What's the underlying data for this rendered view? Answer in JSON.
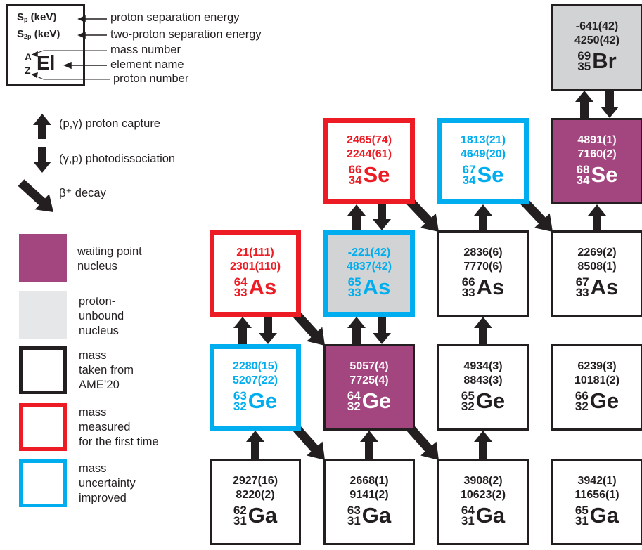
{
  "key": {
    "sp_label": "S",
    "sp_sub": "p",
    "sp_unit": " (keV)",
    "s2p_label": "S",
    "s2p_sub": "2p",
    "s2p_unit": " (keV)",
    "mass_symbol": "A",
    "proton_symbol": "Z",
    "element_symbol": "El",
    "descriptions": {
      "sp": "proton separation energy",
      "s2p": "two-proton separation energy",
      "mass": "mass number",
      "element": "element name",
      "proton": "proton number"
    }
  },
  "arrow_legend": [
    {
      "icon": "up-arrow-icon",
      "label": "(p,γ) proton capture"
    },
    {
      "icon": "down-arrow-icon",
      "label": "(γ,p) photodissociation"
    },
    {
      "icon": "diagonal-arrow-icon",
      "label": "β⁺ decay"
    }
  ],
  "box_legend": [
    {
      "style": "waiting",
      "label": "waiting point\nnucleus"
    },
    {
      "style": "unbound",
      "label": "proton-\nunbound\nnucleus"
    },
    {
      "style": "ame",
      "label": "mass\ntaken from\nAME’20"
    },
    {
      "style": "first",
      "label": "mass\nmeasured\nfor the first time"
    },
    {
      "style": "improved",
      "label": "mass\nuncertainty\nimproved"
    }
  ],
  "colors": {
    "black": "#231f20",
    "red": "#ed1c24",
    "blue": "#00aeef",
    "waiting_fill": "#a3457f",
    "unbound_fill": "#d1d3d4",
    "white": "#ffffff"
  },
  "nuclei": [
    {
      "id": "br69",
      "el": "Br",
      "A": "69",
      "Z": "35",
      "sp": "-641(42)",
      "s2p": "4250(42)",
      "col": 3,
      "row": 4,
      "border": "black",
      "fill": "unbound"
    },
    {
      "id": "se66",
      "el": "Se",
      "A": "66",
      "Z": "34",
      "sp": "2465(74)",
      "s2p": "2244(61)",
      "col": 1,
      "row": 3,
      "border": "red",
      "fill": "none"
    },
    {
      "id": "se67",
      "el": "Se",
      "A": "67",
      "Z": "34",
      "sp": "1813(21)",
      "s2p": "4649(20)",
      "col": 2,
      "row": 3,
      "border": "blue",
      "fill": "none"
    },
    {
      "id": "se68",
      "el": "Se",
      "A": "68",
      "Z": "34",
      "sp": "4891(1)",
      "s2p": "7160(2)",
      "col": 3,
      "row": 3,
      "border": "black",
      "fill": "waiting"
    },
    {
      "id": "as64",
      "el": "As",
      "A": "64",
      "Z": "33",
      "sp": "21(111)",
      "s2p": "2301(110)",
      "col": 0,
      "row": 2,
      "border": "red",
      "fill": "none"
    },
    {
      "id": "as65",
      "el": "As",
      "A": "65",
      "Z": "33",
      "sp": "-221(42)",
      "s2p": "4837(42)",
      "col": 1,
      "row": 2,
      "border": "blue",
      "fill": "unbound"
    },
    {
      "id": "as66",
      "el": "As",
      "A": "66",
      "Z": "33",
      "sp": "2836(6)",
      "s2p": "7770(6)",
      "col": 2,
      "row": 2,
      "border": "black",
      "fill": "none"
    },
    {
      "id": "as67",
      "el": "As",
      "A": "67",
      "Z": "33",
      "sp": "2269(2)",
      "s2p": "8508(1)",
      "col": 3,
      "row": 2,
      "border": "black",
      "fill": "none"
    },
    {
      "id": "ge63",
      "el": "Ge",
      "A": "63",
      "Z": "32",
      "sp": "2280(15)",
      "s2p": "5207(22)",
      "col": 0,
      "row": 1,
      "border": "blue",
      "fill": "none"
    },
    {
      "id": "ge64",
      "el": "Ge",
      "A": "64",
      "Z": "32",
      "sp": "5057(4)",
      "s2p": "7725(4)",
      "col": 1,
      "row": 1,
      "border": "black",
      "fill": "waiting"
    },
    {
      "id": "ge65",
      "el": "Ge",
      "A": "65",
      "Z": "32",
      "sp": "4934(3)",
      "s2p": "8843(3)",
      "col": 2,
      "row": 1,
      "border": "black",
      "fill": "none"
    },
    {
      "id": "ge66",
      "el": "Ge",
      "A": "66",
      "Z": "32",
      "sp": "6239(3)",
      "s2p": "10181(2)",
      "col": 3,
      "row": 1,
      "border": "black",
      "fill": "none"
    },
    {
      "id": "ga62",
      "el": "Ga",
      "A": "62",
      "Z": "31",
      "sp": "2927(16)",
      "s2p": "8220(2)",
      "col": 0,
      "row": 0,
      "border": "black",
      "fill": "none"
    },
    {
      "id": "ga63",
      "el": "Ga",
      "A": "63",
      "Z": "31",
      "sp": "2668(1)",
      "s2p": "9141(2)",
      "col": 1,
      "row": 0,
      "border": "black",
      "fill": "none"
    },
    {
      "id": "ga64",
      "el": "Ga",
      "A": "64",
      "Z": "31",
      "sp": "3908(2)",
      "s2p": "10623(2)",
      "col": 2,
      "row": 0,
      "border": "black",
      "fill": "none"
    },
    {
      "id": "ga65",
      "el": "Ga",
      "A": "65",
      "Z": "31",
      "sp": "3942(1)",
      "s2p": "11656(1)",
      "col": 3,
      "row": 0,
      "border": "black",
      "fill": "none"
    }
  ],
  "transitions": [
    {
      "type": "capture",
      "from": "ga62",
      "to": "ge63"
    },
    {
      "type": "beta",
      "from": "ge63",
      "to": "ga63"
    },
    {
      "type": "capture",
      "from": "ge63",
      "to": "as64"
    },
    {
      "type": "photodissociation",
      "from": "as64",
      "to": "ge63"
    },
    {
      "type": "beta",
      "from": "as64",
      "to": "ge64"
    },
    {
      "type": "capture",
      "from": "ga63",
      "to": "ge64"
    },
    {
      "type": "beta",
      "from": "ge64",
      "to": "ga64"
    },
    {
      "type": "capture",
      "from": "ge64",
      "to": "as65"
    },
    {
      "type": "photodissociation",
      "from": "as65",
      "to": "ge64"
    },
    {
      "type": "capture",
      "from": "as65",
      "to": "se66"
    },
    {
      "type": "photodissociation",
      "from": "se66",
      "to": "as65"
    },
    {
      "type": "beta",
      "from": "se66",
      "to": "as66"
    },
    {
      "type": "capture",
      "from": "ga64",
      "to": "ge65"
    },
    {
      "type": "capture",
      "from": "ge65",
      "to": "as66"
    },
    {
      "type": "capture",
      "from": "as66",
      "to": "se67"
    },
    {
      "type": "beta",
      "from": "se67",
      "to": "as67"
    },
    {
      "type": "capture",
      "from": "as67",
      "to": "se68"
    },
    {
      "type": "capture",
      "from": "se68",
      "to": "br69"
    },
    {
      "type": "photodissociation",
      "from": "br69",
      "to": "se68"
    }
  ]
}
